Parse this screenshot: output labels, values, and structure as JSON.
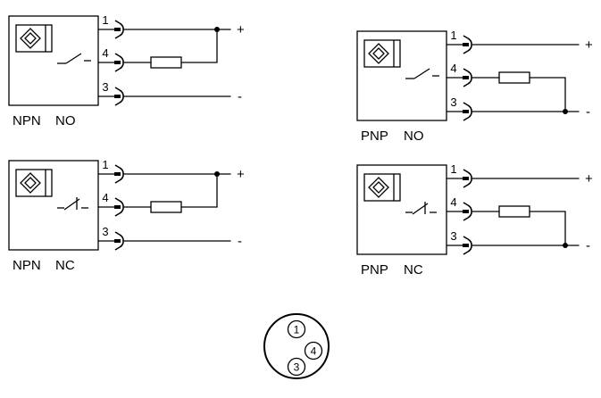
{
  "page": {
    "background": "#ffffff",
    "line_color": "#000000"
  },
  "terminals": {
    "plus": "+",
    "minus": "-"
  },
  "diagrams": [
    {
      "type": "NPN",
      "contact": "NO",
      "pins": [
        "1",
        "4",
        "3"
      ],
      "load_junction": "plus"
    },
    {
      "type": "PNP",
      "contact": "NO",
      "pins": [
        "1",
        "4",
        "3"
      ],
      "load_junction": "minus"
    },
    {
      "type": "NPN",
      "contact": "NC",
      "pins": [
        "1",
        "4",
        "3"
      ],
      "load_junction": "plus"
    },
    {
      "type": "PNP",
      "contact": "NC",
      "pins": [
        "1",
        "4",
        "3"
      ],
      "load_junction": "minus"
    }
  ],
  "connector_pinout": {
    "pins": [
      "1",
      "4",
      "3"
    ]
  },
  "icons": {
    "sensor": "inductive-sensor-icon",
    "plug": "connector-plug-icon",
    "switch_no": "no-switch-icon",
    "switch_nc": "nc-switch-icon",
    "resistor": "load-resistor"
  }
}
